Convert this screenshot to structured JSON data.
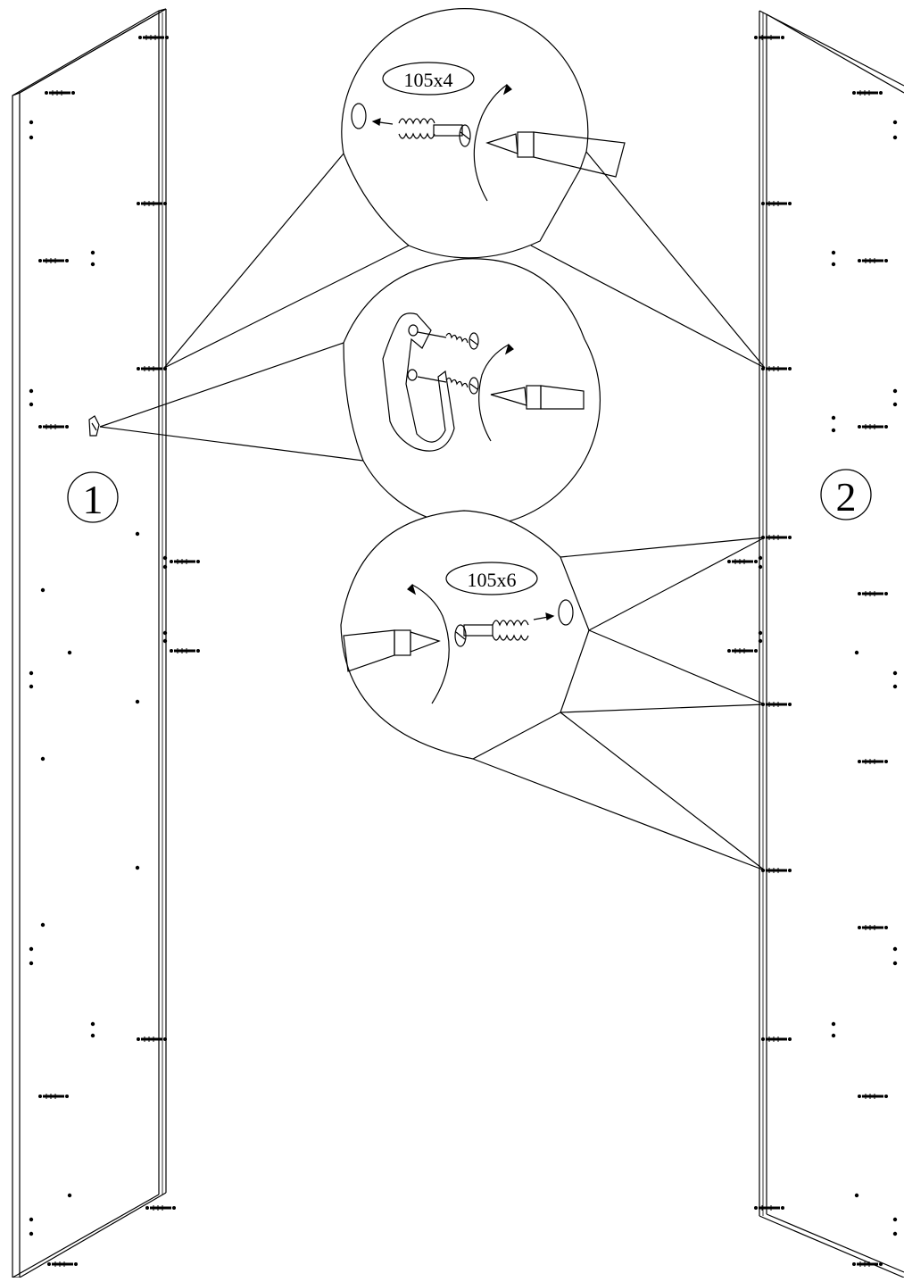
{
  "panels": [
    {
      "number": "1"
    },
    {
      "number": "2"
    }
  ],
  "callouts": [
    {
      "id": "top",
      "quantity_label": "105x4"
    },
    {
      "id": "hook",
      "quantity_label": ""
    },
    {
      "id": "bottom",
      "quantity_label": "105x6"
    }
  ],
  "colors": {
    "line": "#000000",
    "background": "#ffffff"
  }
}
